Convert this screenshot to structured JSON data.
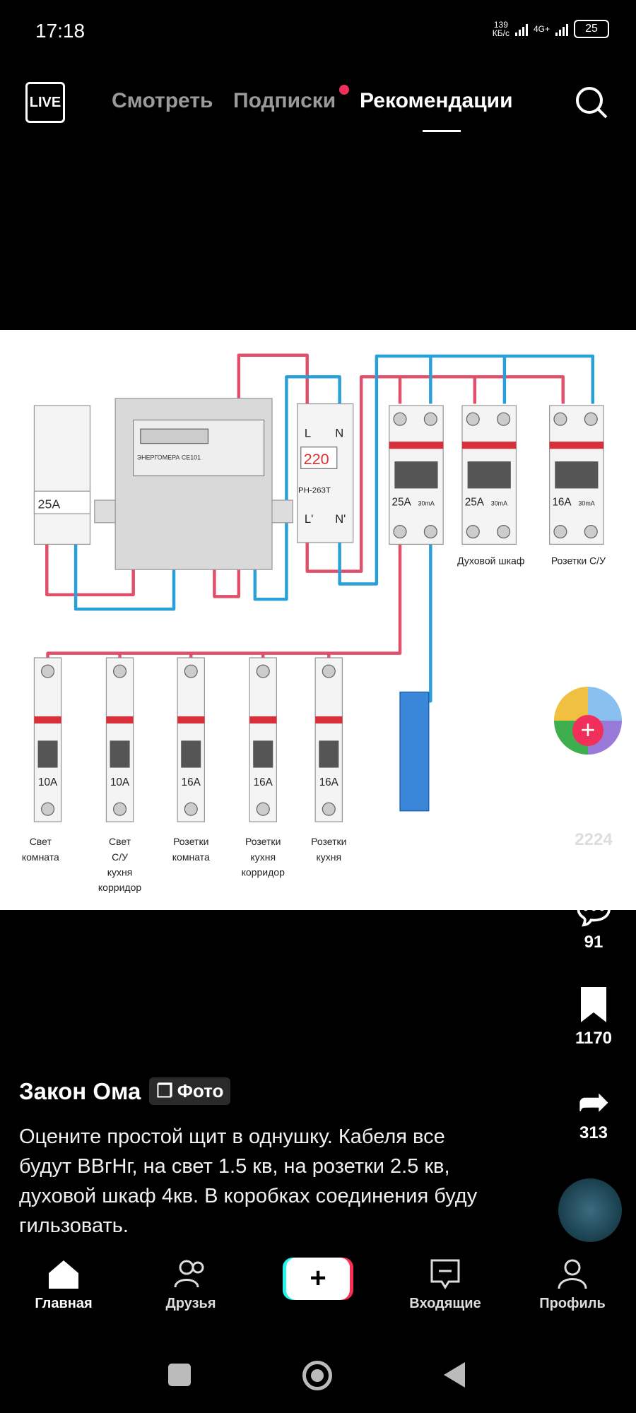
{
  "status": {
    "time": "17:18",
    "net_speed": "139",
    "net_unit": "КБ/с",
    "network": "4G+",
    "battery": "25"
  },
  "top_nav": {
    "live": "LIVE",
    "tabs": [
      {
        "label": "Смотреть"
      },
      {
        "label": "Подписки",
        "dot": true
      },
      {
        "label": "Рекомендации",
        "active": true
      }
    ]
  },
  "diagram": {
    "main_breaker": "25A",
    "meter": "ЭНЕРГОМЕРА СЕ101",
    "relay": {
      "l": "L",
      "n": "N",
      "display": "220",
      "model": "РН-263Т",
      "l_out": "L'",
      "n_out": "N'"
    },
    "rcds": [
      {
        "rating": "25A",
        "leak": "30mA",
        "label": ""
      },
      {
        "rating": "25A",
        "leak": "30mA",
        "label": "Духовой шкаф"
      },
      {
        "rating": "16A",
        "leak": "30mA",
        "label": "Розетки С/У"
      }
    ],
    "breakers": [
      {
        "rating": "10A",
        "label": [
          "Свет",
          "комната"
        ]
      },
      {
        "rating": "10A",
        "label": [
          "Свет",
          "С/У",
          "кухня",
          "корридор"
        ]
      },
      {
        "rating": "16A",
        "label": [
          "Розетки",
          "комната"
        ]
      },
      {
        "rating": "16A",
        "label": [
          "Розетки",
          "кухня",
          "корридор"
        ]
      },
      {
        "rating": "16A",
        "label": [
          "Розетки",
          "кухня"
        ]
      }
    ],
    "wire_colors": {
      "phase": "#e0506a",
      "neutral": "#2aa0d8"
    }
  },
  "rail": {
    "likes": "2224",
    "comments": "91",
    "saves": "1170",
    "shares": "313"
  },
  "post": {
    "author": "Закон Ома",
    "type_badge": "Фото",
    "caption": "Оцените простой щит в однушку. Кабеля все будут ВВгНг, на свет 1.5 кв, на розетки 2.5 кв, духовой шкаф 4кв. В коробках соединения буду гильзовать."
  },
  "bottom_nav": [
    {
      "label": "Главная",
      "icon": "home-icon",
      "active": true
    },
    {
      "label": "Друзья",
      "icon": "friends-icon"
    },
    {
      "label": "",
      "icon": "create-icon"
    },
    {
      "label": "Входящие",
      "icon": "inbox-icon"
    },
    {
      "label": "Профиль",
      "icon": "profile-icon"
    }
  ]
}
